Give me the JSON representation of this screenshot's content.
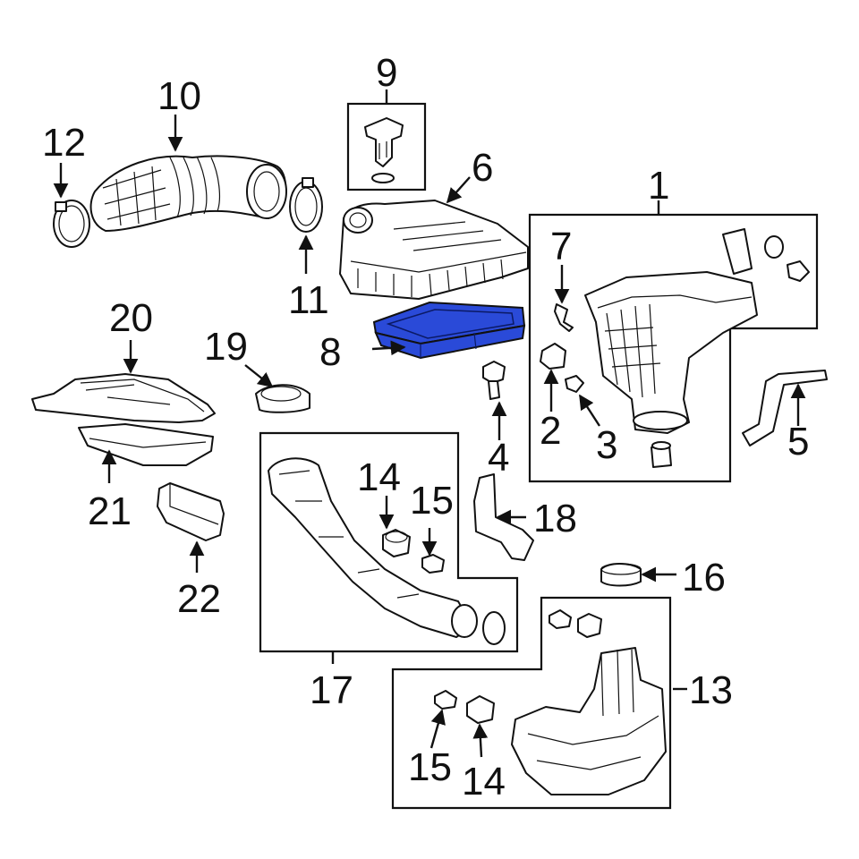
{
  "highlight_color": "#2a4ad8",
  "callouts": {
    "c1": "1",
    "c2": "2",
    "c3": "3",
    "c4": "4",
    "c5": "5",
    "c6": "6",
    "c7": "7",
    "c8": "8",
    "c9": "9",
    "c10": "10",
    "c11": "11",
    "c12": "12",
    "c13": "13",
    "c14a": "14",
    "c14b": "14",
    "c15a": "15",
    "c15b": "15",
    "c16": "16",
    "c17": "17",
    "c18": "18",
    "c19": "19",
    "c20": "20",
    "c21": "21",
    "c22": "22"
  }
}
